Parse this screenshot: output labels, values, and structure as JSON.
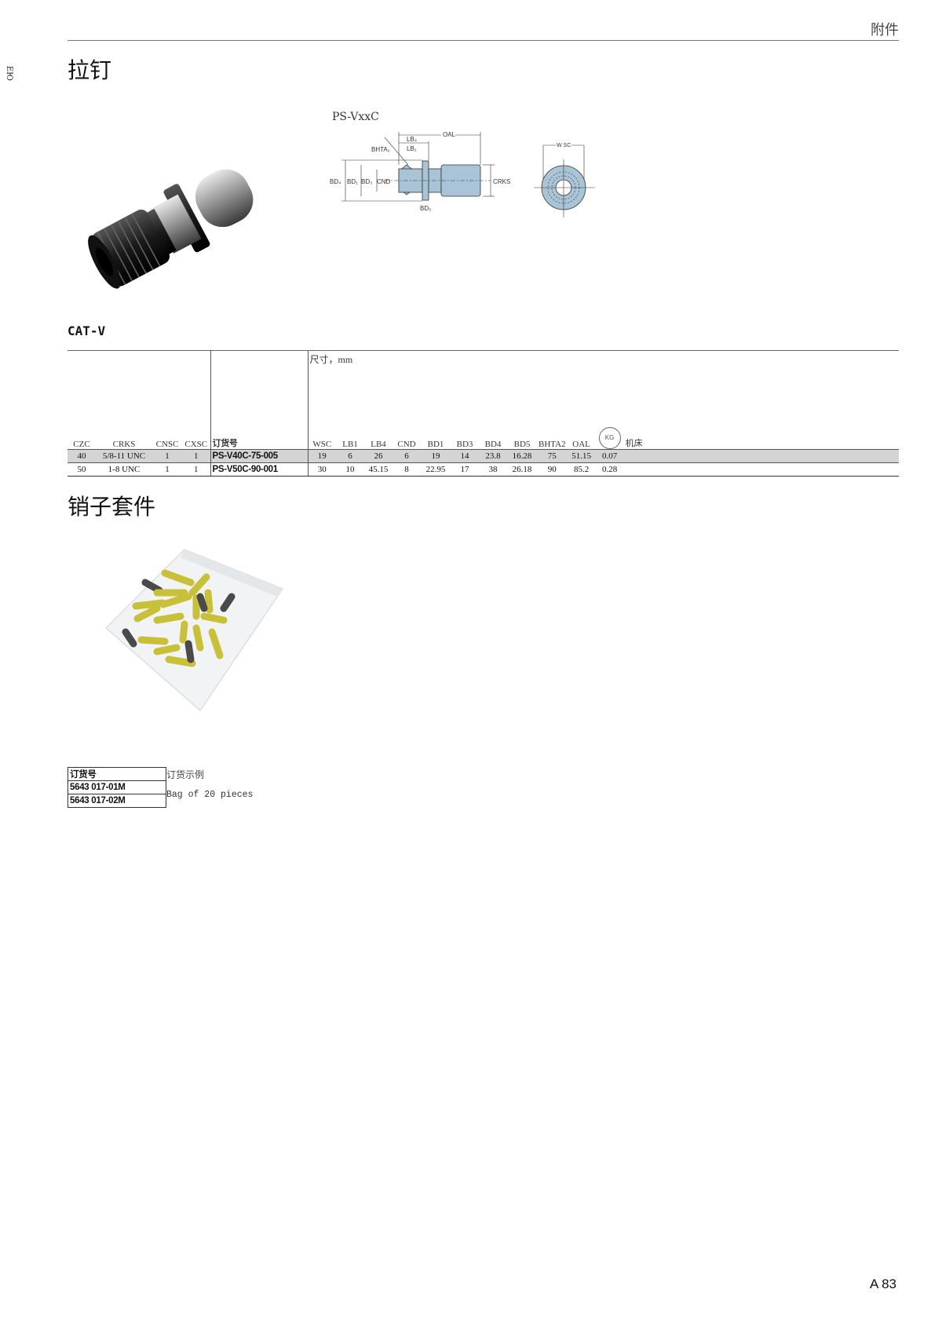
{
  "header": {
    "section_title": "附件",
    "side_mark": "ЕЮ"
  },
  "page_number": "A 83",
  "pull_stud": {
    "title": "拉钉",
    "diagram_label": "PS-VxxC",
    "diagram_dims": {
      "oal": "OAL",
      "lb4": "LB4",
      "lb1": "LB1",
      "bhta2": "BHTA2",
      "bd4": "BD4",
      "bd1": "BD1",
      "bd3": "BD3",
      "cnd": "CND",
      "crks": "CRKS",
      "bd5": "BD5",
      "wsc": "W SC"
    },
    "table_caption": "CAT-V",
    "dim_header": "尺寸，mm",
    "columns": [
      "CZC",
      "CRKS",
      "CNSC",
      "CXSC",
      "订货号",
      "WSC",
      "LB1",
      "LB4",
      "CND",
      "BD1",
      "BD3",
      "BD4",
      "BD5",
      "BHTA2",
      "OAL",
      "KG",
      "机床"
    ],
    "rows": [
      {
        "czc": "40",
        "crks": "5/8-11 UNC",
        "cnsc": "1",
        "cxsc": "1",
        "order": "PS-V40C-75-005",
        "wsc": "19",
        "lb1": "6",
        "lb4": "26",
        "cnd": "6",
        "bd1": "19",
        "bd3": "14",
        "bd4": "23.8",
        "bd5": "16.28",
        "bhta2": "75",
        "oal": "51.15",
        "kg": "0.07",
        "machine": ""
      },
      {
        "czc": "50",
        "crks": "1-8 UNC",
        "cnsc": "1",
        "cxsc": "1",
        "order": "PS-V50C-90-001",
        "wsc": "30",
        "lb1": "10",
        "lb4": "45.15",
        "cnd": "8",
        "bd1": "22.95",
        "bd3": "17",
        "bd4": "38",
        "bd5": "26.18",
        "bhta2": "90",
        "oal": "85.2",
        "kg": "0.28",
        "machine": ""
      }
    ]
  },
  "pin_kit": {
    "title": "销子套件",
    "order_header": "订货号",
    "items": [
      "5643 017-01M",
      "5643 017-02M"
    ],
    "example_title": "订货示例",
    "example_text": "Bag of 20 pieces"
  }
}
